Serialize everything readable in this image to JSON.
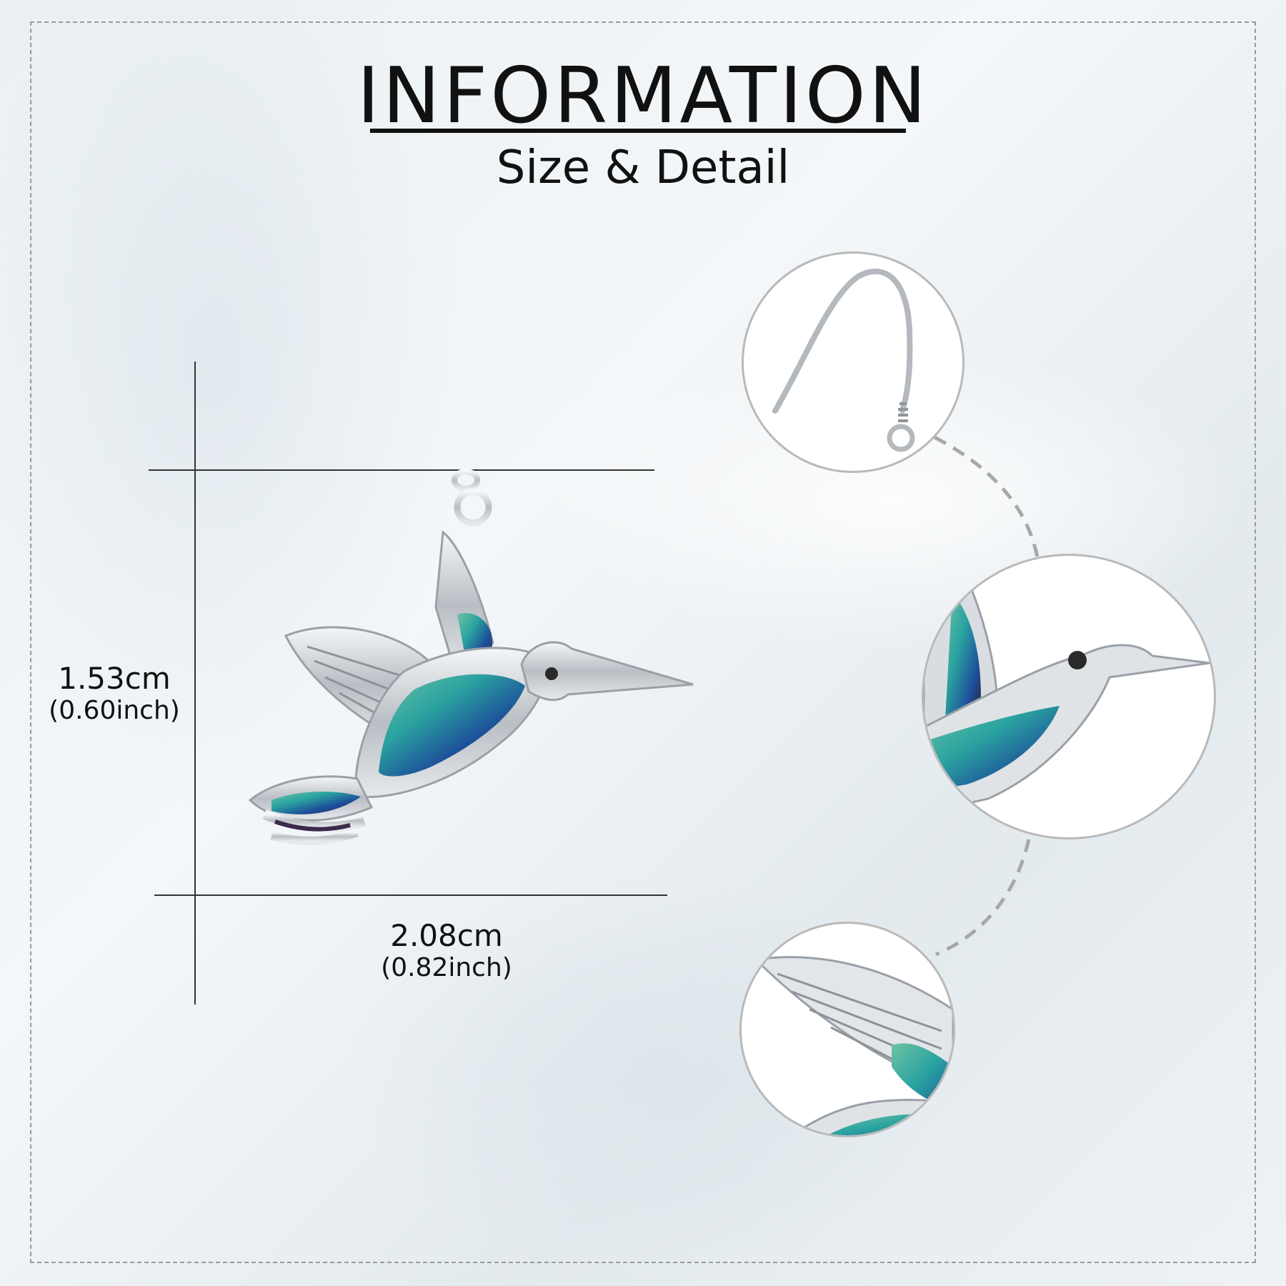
{
  "header": {
    "title": "INFORMATION",
    "subtitle": "Size & Detail"
  },
  "dimensions": {
    "height": {
      "cm": "1.53cm",
      "inch": "(0.60inch)"
    },
    "width": {
      "cm": "2.08cm",
      "inch": "(0.82inch)"
    }
  },
  "product": {
    "image": "hummingbird-earring-image"
  },
  "details": [
    {
      "image": "ear-hook-closeup"
    },
    {
      "image": "hummingbird-head-closeup"
    },
    {
      "image": "hummingbird-wing-closeup"
    }
  ],
  "colors": {
    "frame": "#9a9a9a",
    "text": "#111111",
    "silver": "#c8ccd0",
    "abalone_blue": "#1d4f9a",
    "abalone_teal": "#2aa3a0",
    "abalone_green": "#6fc2a4"
  }
}
